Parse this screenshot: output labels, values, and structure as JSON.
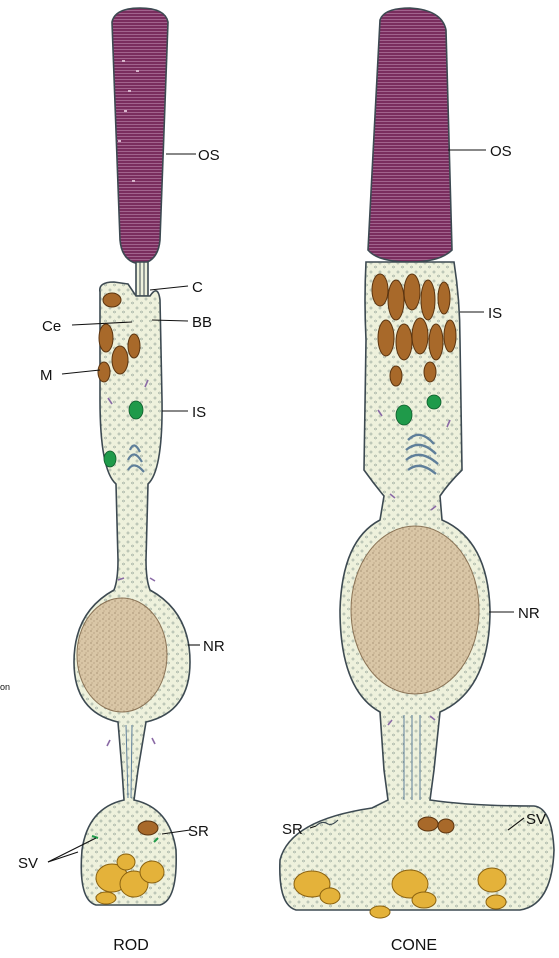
{
  "rod": {
    "caption": "ROD",
    "labels": {
      "os": "OS",
      "c": "C",
      "ce": "Ce",
      "bb": "BB",
      "m": "M",
      "is": "IS",
      "nr": "NR",
      "sr": "SR",
      "sv": "SV"
    }
  },
  "cone": {
    "caption": "CONE",
    "labels": {
      "os": "OS",
      "is": "IS",
      "nr": "NR",
      "sr": "SR",
      "sv": "SV"
    }
  },
  "edge_fragment": "on",
  "colors": {
    "outer_segment": "#7a2d5e",
    "outer_segment_lines": "#c58fb3",
    "cytoplasm": "#eef1dc",
    "membrane": "#3d4a52",
    "nucleus": "#d9c6a6",
    "mitochondria": "#a8692a",
    "green_organelle": "#1f9a4a",
    "golgi": "#5f7f9a",
    "vesicles": "#e4b23a",
    "er_purple": "#8a6aa6"
  }
}
